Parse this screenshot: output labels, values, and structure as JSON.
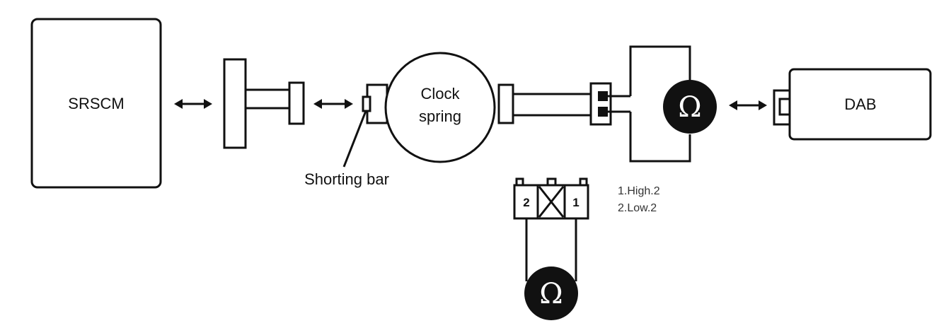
{
  "components": {
    "srscm": "SRSCM",
    "clock_spring_line1": "Clock",
    "clock_spring_line2": "spring",
    "dab": "DAB"
  },
  "callouts": {
    "shorting_bar": "Shorting bar"
  },
  "connector": {
    "pin_left": "2",
    "pin_right": "1"
  },
  "notes": {
    "line1": "1.High.2",
    "line2": "2.Low.2"
  },
  "meter_symbol": "Ω",
  "icons": [
    "double-arrow-icon",
    "ohmmeter-icon",
    "connector-x-icon"
  ]
}
